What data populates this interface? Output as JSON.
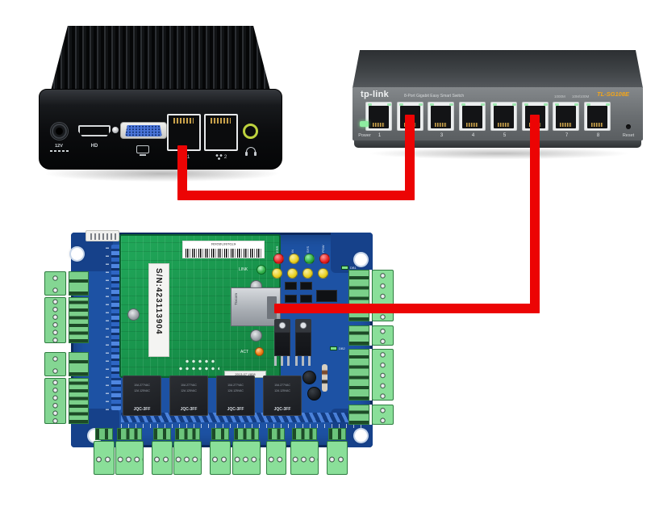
{
  "diagram": {
    "cable_color": "#ec0404",
    "connections": [
      {
        "from": "mini-pc-lan-port-1",
        "to": "switch-port-2"
      },
      {
        "from": "switch-port-6",
        "to": "controller-ethernet-jack"
      }
    ]
  },
  "mini_pc": {
    "dc_label": "12V",
    "hdmi_label": "HD",
    "lan1_label": "1",
    "lan2_label": "2"
  },
  "switch": {
    "brand": "tp-link",
    "description": "8-Port Gigabit Easy Smart Switch",
    "uplink_speed_label": "1000M",
    "port_speed_label": "10M/100M",
    "model": "TL-SG108E",
    "power_label": "Power",
    "reset_label": "Reset",
    "ports": [
      "1",
      "2",
      "3",
      "4",
      "5",
      "6",
      "7",
      "8"
    ]
  },
  "controller_board": {
    "barcode_text": "KTDL04T452434",
    "serial_label": "S/N:423113904",
    "link_led_label": "LINK",
    "act_led_label": "ACT",
    "ethernet_jack_brand": "Trxcom",
    "version_label": "2013-07 V808",
    "status_led_labels": [
      "ERR",
      "IN",
      "SYS",
      "POW"
    ],
    "smd_led_labels": [
      "DB1",
      "DB2"
    ],
    "relay_rating_line1": "10A 277VAC",
    "relay_rating_line2": "12A 125VAC",
    "relays": [
      "JQC-3FF",
      "JQC-3FF",
      "JQC-3FF",
      "JQC-3FF"
    ]
  }
}
